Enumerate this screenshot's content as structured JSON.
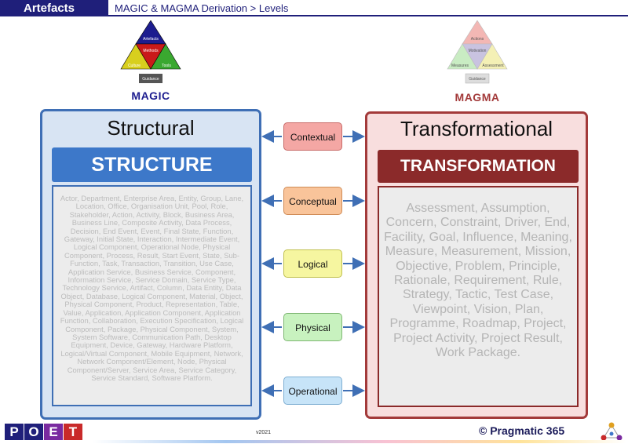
{
  "header": {
    "tab": "Artefacts",
    "breadcrumb": "MAGIC & MAGMA Derivation > Levels"
  },
  "magic_logo": {
    "name": "MAGIC",
    "triangles": [
      "Artefacts",
      "Methods",
      "Culture",
      "Tools"
    ],
    "base": "Guidance"
  },
  "magma_logo": {
    "name": "MAGMA",
    "triangles": [
      "Actions",
      "Motivation",
      "Measures",
      "Assessment"
    ],
    "base": "Guidance"
  },
  "structural": {
    "title": "Structural",
    "band": "STRUCTURE",
    "text": "Actor, Department, Enterprise Area, Entity, Group, Lane, Location, Office, Organisation Unit, Pool, Role, Stakeholder, Action, Activity, Block, Business Area, Business Line, Composite Activity, Data Process, Decision, End Event, Event, Final State, Function, Gateway, Initial State, Interaction, Intermediate Event, Logical Component, Operational Node, Physical Component, Process, Result, Start Event, State, Sub-Function, Task, Transaction, Transition, Use Case, Application Service, Business Service, Component, Information Service, Service Domain, Service Type, Technology Service, Artifact, Column, Data Entity, Data Object, Database, Logical Component, Material, Object, Physical Component, Product, Representation, Table, Value, Application, Application Component, Application Function, Collaboration, Execution Specification, Logical Component, Package, Physical Component, System, System Software, Communication Path, Desktop Equipment, Device, Gateway, Hardware Platform, Logical/Virtual Component, Mobile Equipment, Network, Network Component/Element, Node, Physical Component/Server, Service Area, Service Category, Service Standard, Software Platform."
  },
  "transformational": {
    "title": "Transformational",
    "band": "TRANSFORMATION",
    "text": "Assessment, Assumption, Concern, Constraint, Driver, End, Facility, Goal, Influence, Meaning, Measure, Measurement, Mission, Objective, Problem, Principle, Rationale, Requirement, Rule, Strategy, Tactic, Test Case, Viewpoint, Vision, Plan, Programme, Roadmap, Project, Project Activity, Project Result, Work Package."
  },
  "levels": [
    "Contextual",
    "Conceptual",
    "Logical",
    "Physical",
    "Operational"
  ],
  "footer": {
    "poet_letters": [
      "P",
      "O",
      "E",
      "T"
    ],
    "version": "v2021",
    "copyright": "© Pragmatic 365"
  },
  "colors": {
    "navy": "#1f1f7a",
    "structural_border": "#3f6fb5",
    "transformational_border": "#a33a3a"
  }
}
